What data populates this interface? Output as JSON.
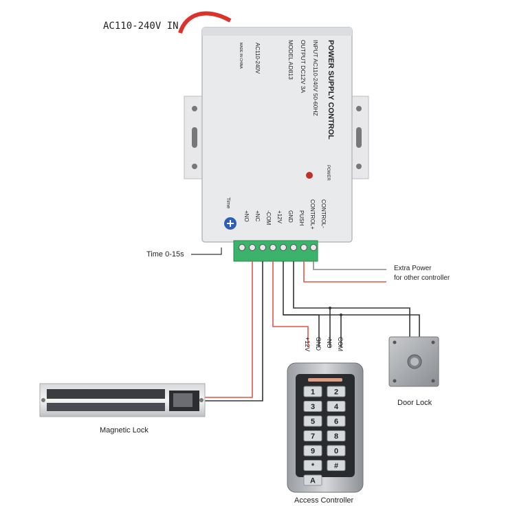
{
  "input_label": "AC110-240V  IN",
  "power_supply": {
    "title": "POWER SUPPLY CONTROL",
    "input": "INPUT  AC110-240V  50-60HZ",
    "output": "OUTPUT  DC12V  3A",
    "model": "MODEL  AD813",
    "voltage": "AC110-240V",
    "made_in": "MADE IN CHINA",
    "power_led": "POWER",
    "time_knob": "Time"
  },
  "terminals": [
    "NO",
    "NC",
    "COM",
    "+12V",
    "GND",
    "PUSH",
    "CONTROL+",
    "CONTROL-"
  ],
  "terminal_labels": {
    "no": "+NO",
    "nc": "+NC",
    "com": "-COM",
    "v12": "+12V",
    "gnd": "GND",
    "push": "PUSH",
    "ctrl_plus": "CONTROL+",
    "ctrl_minus": "CONTROL-"
  },
  "time_label": "Time 0-15s",
  "extra_power": {
    "line1": "Extra Power",
    "line2": "for other controller"
  },
  "controller_wires": {
    "v12": "+12V",
    "gnd": "GND",
    "no": "-NO",
    "com": "COM"
  },
  "keypad": {
    "keys": [
      "1",
      "2",
      "3",
      "4",
      "5",
      "6",
      "7",
      "8",
      "9",
      "0",
      "*",
      "#",
      "A"
    ]
  },
  "captions": {
    "magnetic_lock": "Magnetic Lock",
    "access_controller": "Access Controller",
    "door_lock": "Door Lock"
  },
  "colors": {
    "wire_red": "#e0554a",
    "wire_dark": "#333333",
    "wire_gray": "#888888",
    "terminal_green": "#3bb36a",
    "box_gray": "#e9eaec"
  }
}
